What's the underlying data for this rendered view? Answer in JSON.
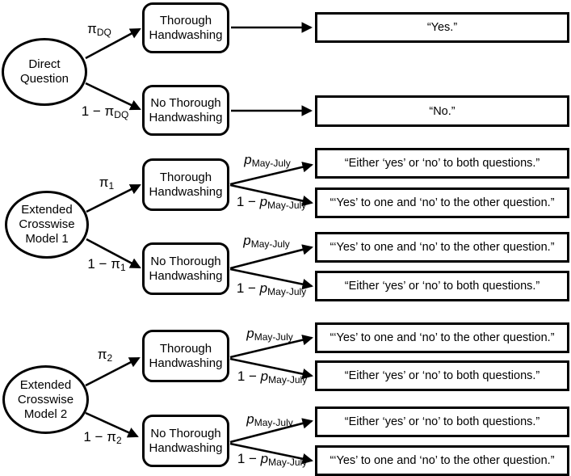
{
  "colors": {
    "stroke": "#000000",
    "background": "#ffffff",
    "text": "#000000"
  },
  "roots": {
    "direct_question": {
      "lines": [
        "Direct",
        "Question"
      ]
    },
    "model_1": {
      "lines": [
        "Extended",
        "Crosswise",
        "Model 1"
      ]
    },
    "model_2": {
      "lines": [
        "Extended",
        "Crosswise",
        "Model 2"
      ]
    }
  },
  "states": {
    "thorough": {
      "lines": [
        "Thorough",
        "Handwashing"
      ]
    },
    "no_thorough": {
      "lines": [
        "No Thorough",
        "Handwashing"
      ]
    }
  },
  "outcomes": {
    "yes": "“Yes.”",
    "no": "“No.”",
    "either_both": "“Either ‘yes’ or ‘no’ to both questions.”",
    "yes_one_no_other": "“‘Yes’ to one and ‘no’ to the other question.”"
  },
  "prob_labels": {
    "pi_dq": {
      "prefix": "",
      "symbol": "π",
      "sub": "DQ"
    },
    "one_minus_pi_dq": {
      "prefix": "1 − ",
      "symbol": "π",
      "sub": "DQ"
    },
    "pi_1": {
      "prefix": "",
      "symbol": "π",
      "sub": "1"
    },
    "one_minus_pi_1": {
      "prefix": "1 − ",
      "symbol": "π",
      "sub": "1"
    },
    "pi_2": {
      "prefix": "",
      "symbol": "π",
      "sub": "2"
    },
    "one_minus_pi_2": {
      "prefix": "1 − ",
      "symbol": "π",
      "sub": "2"
    },
    "p_may_july": {
      "prefix": "",
      "symbol": "p",
      "sub": "May-July"
    },
    "one_minus_p_may_july": {
      "prefix": "1 − ",
      "symbol": "p",
      "sub": "May-July"
    }
  },
  "edges": [
    {
      "from": "Direct Question",
      "label": "π_DQ",
      "to": "Thorough Handwashing",
      "outcome": "“Yes.”"
    },
    {
      "from": "Direct Question",
      "label": "1 − π_DQ",
      "to": "No Thorough Handwashing",
      "outcome": "“No.”"
    },
    {
      "from": "Extended Crosswise Model 1",
      "label": "π_1",
      "to": "Thorough Handwashing"
    },
    {
      "from": "Extended Crosswise Model 1",
      "label": "1 − π_1",
      "to": "No Thorough Handwashing"
    },
    {
      "from": "Model 1 Thorough Handwashing",
      "label": "p_May-July",
      "outcome": "“Either ‘yes’ or ‘no’ to both questions.”"
    },
    {
      "from": "Model 1 Thorough Handwashing",
      "label": "1 − p_May-July",
      "outcome": "“‘Yes’ to one and ‘no’ to the other question.”"
    },
    {
      "from": "Model 1 No Thorough Handwashing",
      "label": "p_May-July",
      "outcome": "“‘Yes’ to one and ‘no’ to the other question.”"
    },
    {
      "from": "Model 1 No Thorough Handwashing",
      "label": "1 − p_May-July",
      "outcome": "“Either ‘yes’ or ‘no’ to both questions.”"
    },
    {
      "from": "Extended Crosswise Model 2",
      "label": "π_2",
      "to": "Thorough Handwashing"
    },
    {
      "from": "Extended Crosswise Model 2",
      "label": "1 − π_2",
      "to": "No Thorough Handwashing"
    },
    {
      "from": "Model 2 Thorough Handwashing",
      "label": "p_May-July",
      "outcome": "“‘Yes’ to one and ‘no’ to the other question.”"
    },
    {
      "from": "Model 2 Thorough Handwashing",
      "label": "1 − p_May-July",
      "outcome": "“Either ‘yes’ or ‘no’ to both questions.”"
    },
    {
      "from": "Model 2 No Thorough Handwashing",
      "label": "p_May-July",
      "outcome": "“Either ‘yes’ or ‘no’ to both questions.”"
    },
    {
      "from": "Model 2 No Thorough Handwashing",
      "label": "1 − p_May-July",
      "outcome": "“‘Yes’ to one and ‘no’ to the other question.”"
    }
  ]
}
